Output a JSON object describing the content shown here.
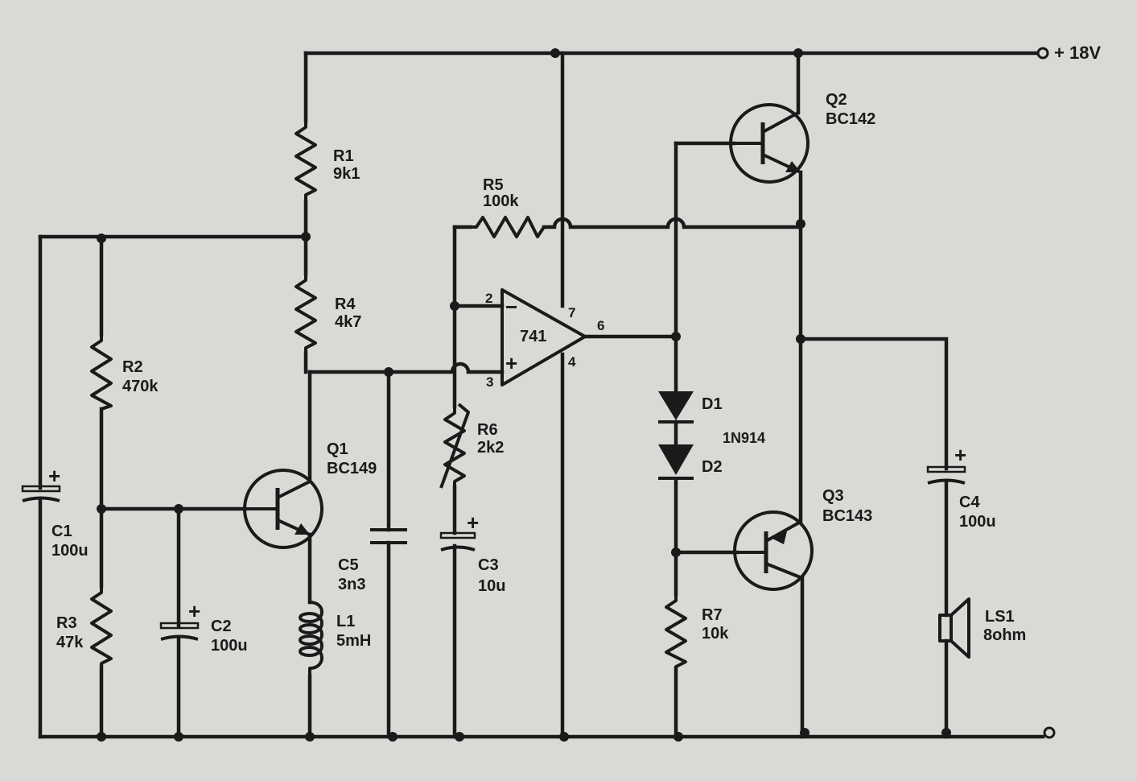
{
  "supply": {
    "label": "+ 18V"
  },
  "components": {
    "R1": {
      "ref": "R1",
      "value": "9k1"
    },
    "R2": {
      "ref": "R2",
      "value": "470k"
    },
    "R3": {
      "ref": "R3",
      "value": "47k"
    },
    "R4": {
      "ref": "R4",
      "value": "4k7"
    },
    "R5": {
      "ref": "R5",
      "value": "100k"
    },
    "R6": {
      "ref": "R6",
      "value": "2k2"
    },
    "R7": {
      "ref": "R7",
      "value": "10k"
    },
    "C1": {
      "ref": "C1",
      "value": "100u"
    },
    "C2": {
      "ref": "C2",
      "value": "100u"
    },
    "C3": {
      "ref": "C3",
      "value": "10u"
    },
    "C4": {
      "ref": "C4",
      "value": "100u"
    },
    "C5": {
      "ref": "C5",
      "value": "3n3"
    },
    "L1": {
      "ref": "L1",
      "value": "5mH"
    },
    "Q1": {
      "ref": "Q1",
      "value": "BC149"
    },
    "Q2": {
      "ref": "Q2",
      "value": "BC142"
    },
    "Q3": {
      "ref": "Q3",
      "value": "BC143"
    },
    "D1": {
      "ref": "D1"
    },
    "D2": {
      "ref": "D2"
    },
    "diode_type": "1N914",
    "LS1": {
      "ref": "LS1",
      "value": "8ohm"
    },
    "IC1": {
      "value": "741"
    }
  },
  "opamp_pins": {
    "inv": "2",
    "noninv": "3",
    "out": "6",
    "vplus": "7",
    "vminus": "4"
  },
  "polarity": {
    "plus": "+",
    "minus": "−"
  }
}
